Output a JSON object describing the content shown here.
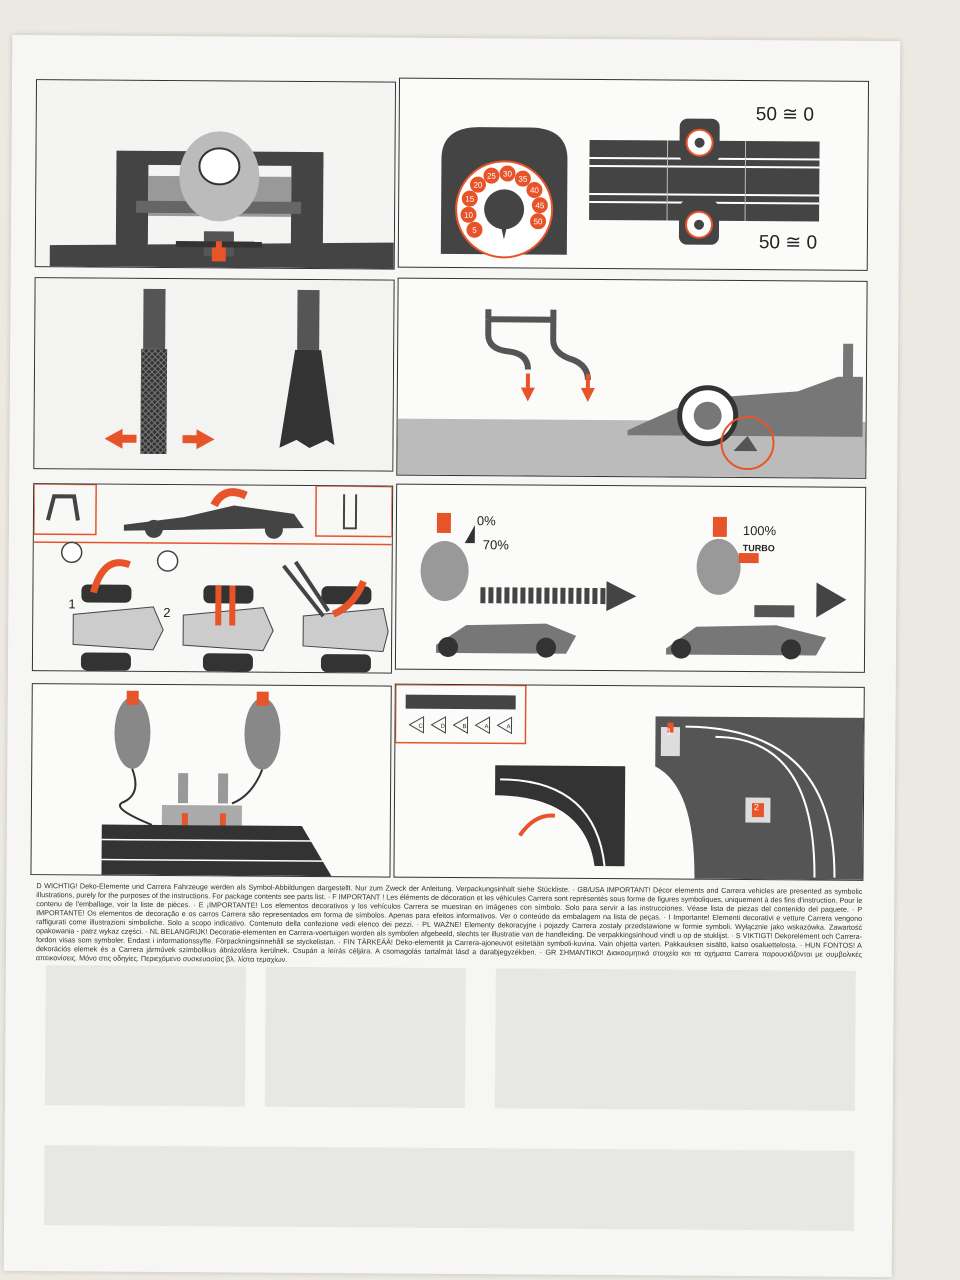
{
  "dial": {
    "numbers": [
      "5",
      "10",
      "15",
      "20",
      "25",
      "30",
      "35",
      "40",
      "45",
      "50"
    ]
  },
  "scale": {
    "top": "50 ≅ 0",
    "bottom": "50 ≅ 0"
  },
  "controller_left": {
    "min": "0%",
    "max": "70%"
  },
  "controller_right": {
    "max": "100%",
    "turbo": "TURBO"
  },
  "steps": [
    "1",
    "2"
  ],
  "track_signs": [
    "C",
    "D",
    "B",
    "A",
    "A"
  ],
  "warning_tiles": [
    "1",
    "2"
  ],
  "legal_text": "D WICHTIG! Deko-Elemente und Carrera Fahrzeuge werden als Symbol-Abbildungen dargestellt. Nur zum Zweck der Anleitung. Verpackungsinhalt siehe Stückliste. · GB/USA IMPORTANT! Décor elements and Carrera vehicles are presented as symbolic illustrations, purely for the purposes of the instructions. For package contents see parts list. · F IMPORTANT ! Les éléments de décoration et les véhicules Carrera sont représentés sous forme de figures symboliques, uniquement à des fins d'instruction. Pour le contenu de l'emballage, voir la liste de pièces. · E ¡IMPORTANTE! Los elementos decorativos y los vehículos Carrera se muestran en imágenes con símbolo. Solo para servir a las instrucciones. Véase lista de piezas del contenido del paquete. · P IMPORTANTE! Os elementos de decoração e os carros Carrera são representados em forma de símbolos. Apenas para efeitos informativos. Ver o conteúdo da embalagem na lista de peças. · I Importante! Elementi decorativi e vetture Carrera vengono raffigurati come illustrazioni simboliche. Solo a scopo indicativo. Contenuto della confezione vedi elenco dei pezzi. · PL WAŻNE! Elementy dekoracyjne i pojazdy Carrera zostały przedstawione w formie symboli. Wyłącznie jako wskazówka. Zawartość opakowania - patrz wykaz części. · NL BELANGRIJK! Decoratie-elementen en Carrera-voertuigen worden als symbolen afgebeeld, slechts ter illustratie van de handleiding. De verpakkingsinhoud vindt u op de stuklijst. · S VIKTIGT! Dekorelement och Carrera-fordon visas som symboler. Endast i informationssyfte. Förpackningsinnehåll se styckelistan. · FIN TÄRKEÄÄ! Deko-elementit ja Carrera-ajoneuvot esitetään symboli-kuvina. Vain ohjetta varten. Pakkauksen sisältö, katso osaluettelosta. · HUN FONTOS! A dekorációs elemek és a Carrera járművek szimbolikus ábrázolásra kerülnek. Csupán a leírás céljára. A csomagolás tartalmát lásd a darabjegyzékben. · GR ΣΗΜΑΝΤΙΚΟ! Διακοσμητικά στοιχεία και τα οχήματα Carrera παρουσιάζονται με συμβολικές απεικονίσεις. Μόνο στις οδηγίες. Περιεχόμενο συσκευασίας βλ. λίστα τεμαχίων.",
  "colors": {
    "accent": "#e8542a",
    "ink": "#3a3a3a",
    "grey": "#9a9a9a",
    "paper": "#f6f6f4"
  }
}
